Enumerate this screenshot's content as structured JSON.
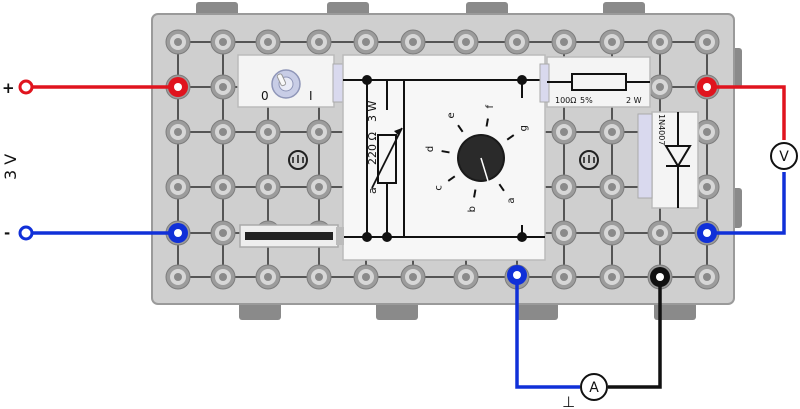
{
  "supply": {
    "plus_label": "+",
    "minus_label": "-",
    "voltage_label": "3 V",
    "ground_label": "⊥",
    "colors": {
      "positive": "#e0141e",
      "negative": "#1030d8",
      "return": "#111111"
    }
  },
  "modules": {
    "switch": {
      "off_label": "0",
      "on_label": "I"
    },
    "potentiometer": {
      "value_label": "220 Ω",
      "power_label": "3 W",
      "wiper_label": "a",
      "dial_positions": [
        "a",
        "b",
        "c",
        "d",
        "e",
        "f",
        "g"
      ]
    },
    "resistor": {
      "value_label": "100Ω",
      "tolerance_label": "5%",
      "power_label": "2 W"
    },
    "diode": {
      "part_label": "1N4007"
    },
    "grid_logo": "ᵯ"
  },
  "meters": {
    "voltmeter_label": "V",
    "ammeter_label": "A"
  }
}
